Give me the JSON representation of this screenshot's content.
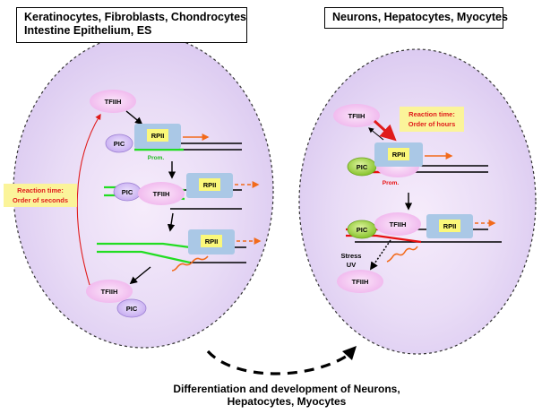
{
  "left_header": {
    "line1": "Keratinocytes, Fibroblasts, Chondrocytes",
    "line2": "Intestine Epithelium, ES"
  },
  "right_header": {
    "text": "Neurons, Hepatocytes, Myocytes"
  },
  "left_cell": {
    "tfiih_top": "TFIIH",
    "pic_1": "PIC",
    "rpii_1": "RPII",
    "prom_label": "Prom.",
    "pic_2": "PIC",
    "tfiih_2": "TFIIH",
    "rpii_2": "RPII",
    "rpii_3": "RPII",
    "tfiih_bottom": "TFIIH",
    "pic_bottom": "PIC",
    "reaction_line1": "Reaction time:",
    "reaction_line2": "Order of seconds"
  },
  "right_cell": {
    "tfiih_top": "TFIIH",
    "reaction_line1": "Reaction time:",
    "reaction_line2": "Order of hours",
    "pic_1": "PIC",
    "rpii_1": "RPII",
    "prom_label": "Prom.",
    "pic_2": "PIC",
    "tfiih_2": "TFIIH",
    "rpii_2": "RPII",
    "stress_line1": "Stress",
    "stress_line2": "UV",
    "tfiih_bottom": "TFIIH"
  },
  "caption": {
    "line1": "Differentiation and development of Neurons,",
    "line2": "Hepatocytes, Myocytes"
  },
  "colors": {
    "tfiih_pink": "#f3bff0",
    "pic_purple": "#d2b9f5",
    "rpii_blue": "#aac8e6",
    "rpii_yellow": "#fbf87a",
    "label_yellow": "#fbf49a",
    "label_red": "#e01b1b",
    "dna_green": "#22dd22",
    "dna_red": "#e81010",
    "transcript_orange": "#f26a1a",
    "pic_green": "#96cf3c"
  }
}
